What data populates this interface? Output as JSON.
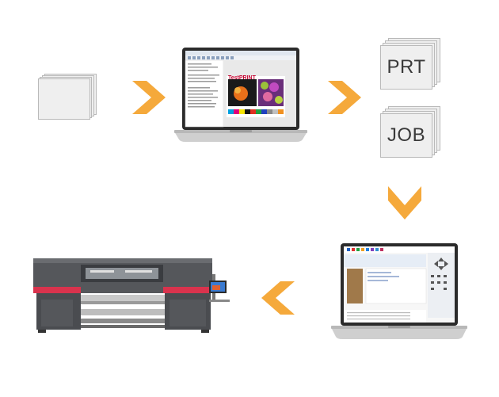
{
  "diagram": {
    "cards": [
      {
        "id": "source-file",
        "label": ""
      },
      {
        "id": "prt-file",
        "label": "PRT"
      },
      {
        "id": "job-file",
        "label": "JOB"
      }
    ],
    "arrow_color": "#F5A93B",
    "laptop1": {
      "logo_text": "TestPRINT"
    }
  }
}
